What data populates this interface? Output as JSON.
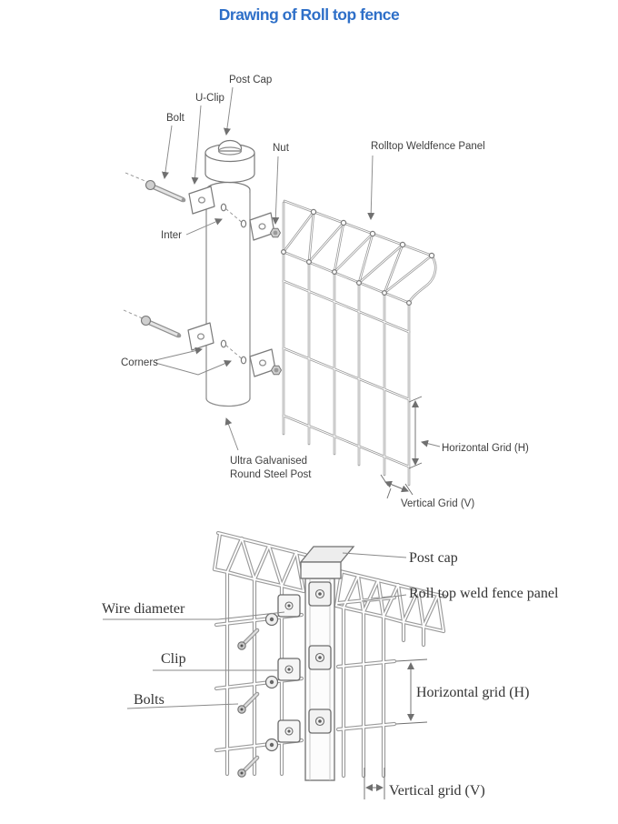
{
  "title": "Drawing of Roll top fence",
  "colors": {
    "title_accent": "#2e6fc8",
    "drawing_line": "#8f8f8f",
    "label_text": "#3f3f3f"
  },
  "top_diagram": {
    "labels": {
      "post_cap": "Post Cap",
      "u_clip": "U-Clip",
      "bolt": "Bolt",
      "nut": "Nut",
      "panel": "Rolltop Weldfence Panel",
      "inter": "Inter",
      "corners": "Corners",
      "post_line1": "Ultra Galvanised",
      "post_line2": "Round Steel Post",
      "horizontal_grid": "Horizontal Grid (H)",
      "vertical_grid": "Vertical Grid (V)"
    }
  },
  "bottom_diagram": {
    "labels": {
      "post_cap": "Post cap",
      "panel": "Roll top weld fence panel",
      "wire_diameter": "Wire diameter",
      "clip": "Clip",
      "bolts": "Bolts",
      "horizontal_grid": "Horizontal grid (H)",
      "vertical_grid": "Vertical grid (V)"
    }
  }
}
